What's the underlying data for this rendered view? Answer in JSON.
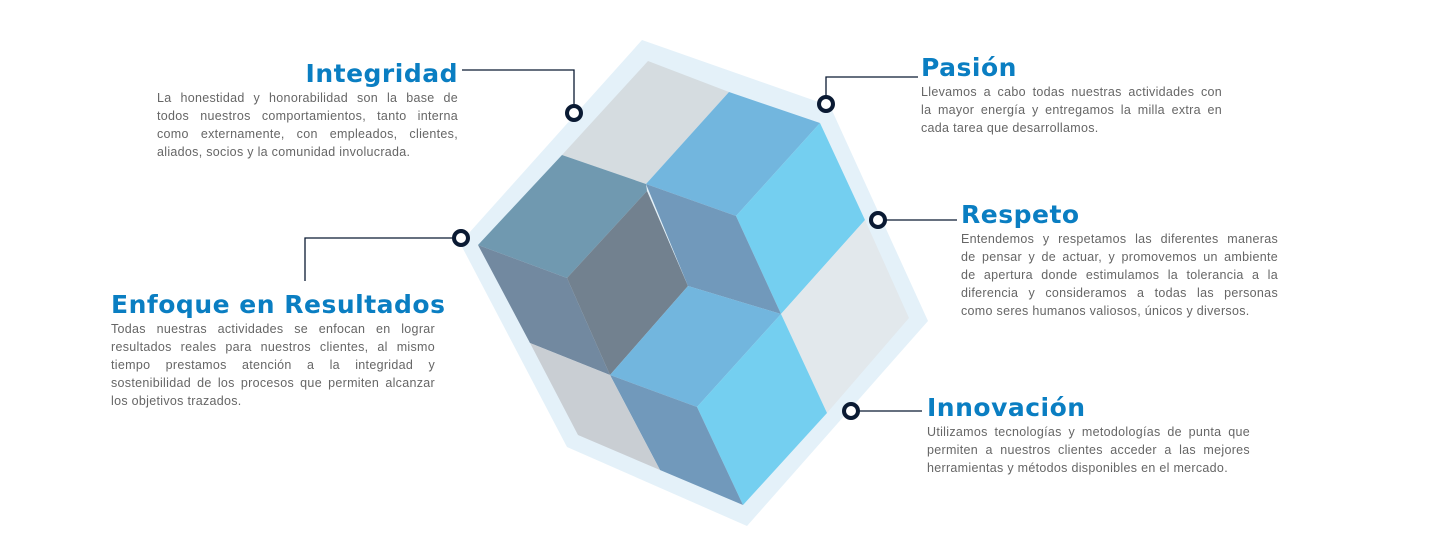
{
  "colors": {
    "title": "#0a7ec2",
    "body": "#666666",
    "connector": "#0a1a33",
    "halo": "#e4f1f9"
  },
  "values": [
    {
      "id": "integridad",
      "title": "Integridad",
      "lines": [
        "La honestidad y honorabilidad son la base de",
        "todos nuestros comportamientos, tanto interna",
        "como externamente, con empleados, clientes,",
        "aliados, socios y la comunidad involucrada."
      ]
    },
    {
      "id": "pasion",
      "title": "Pasión",
      "lines": [
        "Llevamos a cabo todas nuestras actividades con",
        "la mayor energía y entregamos la milla extra en",
        "cada tarea que desarrollamos."
      ]
    },
    {
      "id": "respeto",
      "title": "Respeto",
      "lines": [
        "Entendemos y respetamos las diferentes maneras",
        "de pensar y de actuar, y promovemos un ambiente",
        "de apertura donde estimulamos la tolerancia a la",
        "diferencia y consideramos a todas las personas",
        "como seres humanos valiosos, únicos y diversos."
      ]
    },
    {
      "id": "enfoque",
      "title": "Enfoque en Resultados",
      "lines": [
        "Todas nuestras actividades se enfocan en lograr",
        "resultados reales para nuestros clientes, al mismo",
        "tiempo prestamos atención a la integridad y",
        "sostenibilidad de los procesos que permiten alcanzar",
        "los objetivos trazados."
      ]
    },
    {
      "id": "innovacion",
      "title": "Innovación",
      "lines": [
        "Utilizamos tecnologías y metodologías de punta que",
        "permiten a nuestros clientes acceder a las mejores",
        "herramientas y métodos disponibles en el mercado."
      ]
    }
  ]
}
